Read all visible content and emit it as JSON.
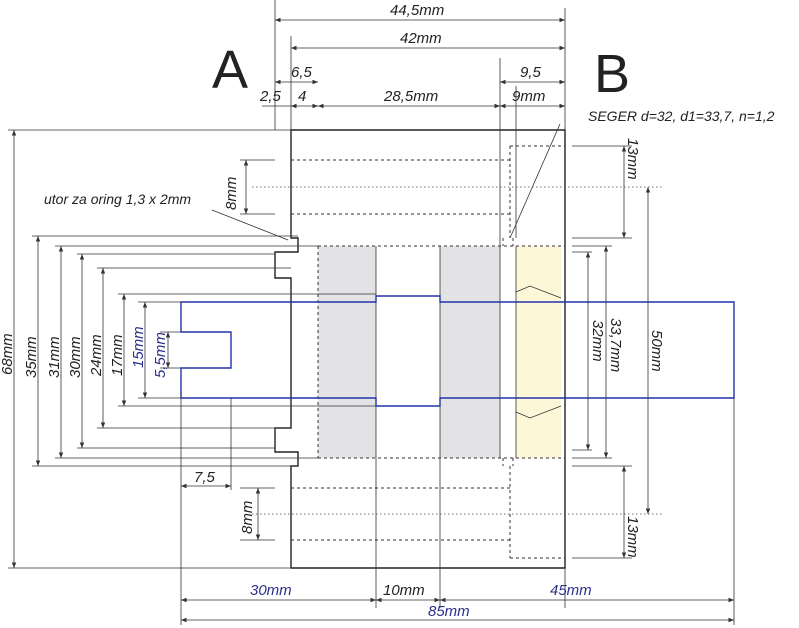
{
  "labels": {
    "section_a": "A",
    "section_b": "B",
    "seger_note": "SEGER d=32, d1=33,7, n=1,2",
    "oring_note": "utor za oring 1,3 x 2mm"
  },
  "dims": {
    "top_44_5": "44,5mm",
    "top_42": "42mm",
    "d_6_5": "6,5",
    "d_9_5": "9,5",
    "d_2_5": "2,5",
    "d_4": "4",
    "d_28_5": "28,5mm",
    "d_9": "9mm",
    "v_68": "68mm",
    "v_35": "35mm",
    "v_31": "31mm",
    "v_30": "30mm",
    "v_24": "24mm",
    "v_17": "17mm",
    "v_15": "15mm",
    "v_5_5": "5,5mm",
    "v_8_top": "8mm",
    "v_8_bot": "8mm",
    "d_7_5": "7,5",
    "v_13_top": "13mm",
    "v_13_bot": "13mm",
    "v_33_7": "33,7mm",
    "v_32": "32mm",
    "v_50": "50mm",
    "b_30": "30mm",
    "b_10": "10mm",
    "b_45": "45mm",
    "b_85": "85mm"
  },
  "colors": {
    "line": "#222222",
    "shaft_blue": "#2233aa",
    "bearing_grey": "#e3e3e5",
    "seal_cream": "#fdf7d8"
  }
}
